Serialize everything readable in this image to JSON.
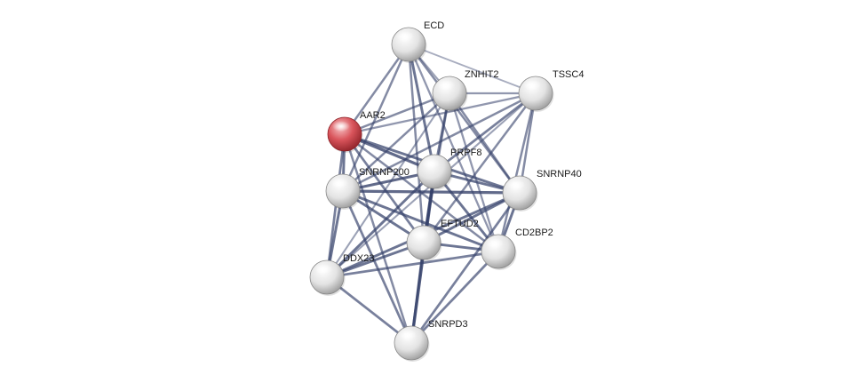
{
  "network": {
    "nodes": [
      {
        "id": "ECD",
        "label": "ECD",
        "query": false
      },
      {
        "id": "ZNHIT2",
        "label": "ZNHIT2",
        "query": false
      },
      {
        "id": "TSSC4",
        "label": "TSSC4",
        "query": false
      },
      {
        "id": "AAR2",
        "label": "AAR2",
        "query": true
      },
      {
        "id": "PRPF8",
        "label": "PRPF8",
        "query": false
      },
      {
        "id": "SNRNP200",
        "label": "SNRNP200",
        "query": false
      },
      {
        "id": "SNRNP40",
        "label": "SNRNP40",
        "query": false
      },
      {
        "id": "EFTUD2",
        "label": "EFTUD2",
        "query": false
      },
      {
        "id": "CD2BP2",
        "label": "CD2BP2",
        "query": false
      },
      {
        "id": "DDX23",
        "label": "DDX23",
        "query": false
      },
      {
        "id": "SNRPD3",
        "label": "SNRPD3",
        "query": false
      }
    ],
    "edges": [
      {
        "source": "ECD",
        "target": "ZNHIT2",
        "score": 0.4
      },
      {
        "source": "ECD",
        "target": "TSSC4",
        "score": 0.3
      },
      {
        "source": "ECD",
        "target": "AAR2",
        "score": 0.6
      },
      {
        "source": "ECD",
        "target": "PRPF8",
        "score": 0.8
      },
      {
        "source": "ECD",
        "target": "SNRNP200",
        "score": 0.6
      },
      {
        "source": "ECD",
        "target": "SNRNP40",
        "score": 0.6
      },
      {
        "source": "ECD",
        "target": "EFTUD2",
        "score": 0.6
      },
      {
        "source": "ECD",
        "target": "CD2BP2",
        "score": 0.5
      },
      {
        "source": "ZNHIT2",
        "target": "TSSC4",
        "score": 0.5
      },
      {
        "source": "ZNHIT2",
        "target": "AAR2",
        "score": 0.6
      },
      {
        "source": "ZNHIT2",
        "target": "PRPF8",
        "score": 0.7
      },
      {
        "source": "ZNHIT2",
        "target": "SNRNP200",
        "score": 0.6
      },
      {
        "source": "ZNHIT2",
        "target": "SNRNP40",
        "score": 0.6
      },
      {
        "source": "ZNHIT2",
        "target": "EFTUD2",
        "score": 0.6
      },
      {
        "source": "ZNHIT2",
        "target": "CD2BP2",
        "score": 0.5
      },
      {
        "source": "ZNHIT2",
        "target": "DDX23",
        "score": 0.4
      },
      {
        "source": "TSSC4",
        "target": "AAR2",
        "score": 0.5
      },
      {
        "source": "TSSC4",
        "target": "PRPF8",
        "score": 0.7
      },
      {
        "source": "TSSC4",
        "target": "SNRNP200",
        "score": 0.6
      },
      {
        "source": "TSSC4",
        "target": "SNRNP40",
        "score": 0.6
      },
      {
        "source": "TSSC4",
        "target": "EFTUD2",
        "score": 0.6
      },
      {
        "source": "TSSC4",
        "target": "CD2BP2",
        "score": 0.6
      },
      {
        "source": "TSSC4",
        "target": "DDX23",
        "score": 0.4
      },
      {
        "source": "AAR2",
        "target": "PRPF8",
        "score": 0.9
      },
      {
        "source": "AAR2",
        "target": "SNRNP200",
        "score": 0.8
      },
      {
        "source": "AAR2",
        "target": "SNRNP40",
        "score": 0.8
      },
      {
        "source": "AAR2",
        "target": "EFTUD2",
        "score": 0.7
      },
      {
        "source": "AAR2",
        "target": "CD2BP2",
        "score": 0.6
      },
      {
        "source": "AAR2",
        "target": "DDX23",
        "score": 0.7
      },
      {
        "source": "AAR2",
        "target": "SNRPD3",
        "score": 0.6
      },
      {
        "source": "PRPF8",
        "target": "SNRNP200",
        "score": 0.9
      },
      {
        "source": "PRPF8",
        "target": "SNRNP40",
        "score": 0.8
      },
      {
        "source": "PRPF8",
        "target": "EFTUD2",
        "score": 0.9
      },
      {
        "source": "PRPF8",
        "target": "CD2BP2",
        "score": 0.8
      },
      {
        "source": "PRPF8",
        "target": "DDX23",
        "score": 0.8
      },
      {
        "source": "PRPF8",
        "target": "SNRPD3",
        "score": 1.0
      },
      {
        "source": "SNRNP200",
        "target": "SNRNP40",
        "score": 0.9
      },
      {
        "source": "SNRNP200",
        "target": "EFTUD2",
        "score": 0.8
      },
      {
        "source": "SNRNP200",
        "target": "CD2BP2",
        "score": 0.8
      },
      {
        "source": "SNRNP200",
        "target": "DDX23",
        "score": 0.8
      },
      {
        "source": "SNRNP200",
        "target": "SNRPD3",
        "score": 0.7
      },
      {
        "source": "SNRNP40",
        "target": "EFTUD2",
        "score": 0.8
      },
      {
        "source": "SNRNP40",
        "target": "CD2BP2",
        "score": 0.8
      },
      {
        "source": "SNRNP40",
        "target": "DDX23",
        "score": 0.8
      },
      {
        "source": "SNRNP40",
        "target": "SNRPD3",
        "score": 0.7
      },
      {
        "source": "EFTUD2",
        "target": "CD2BP2",
        "score": 0.8
      },
      {
        "source": "EFTUD2",
        "target": "DDX23",
        "score": 0.8
      },
      {
        "source": "EFTUD2",
        "target": "SNRPD3",
        "score": 0.7
      },
      {
        "source": "CD2BP2",
        "target": "DDX23",
        "score": 0.7
      },
      {
        "source": "CD2BP2",
        "target": "SNRPD3",
        "score": 0.7
      },
      {
        "source": "DDX23",
        "target": "SNRPD3",
        "score": 0.7
      }
    ],
    "colors": {
      "query_node": "#d9545b",
      "node": "#e6e6e6",
      "edge": "#36426b",
      "label": "#1a1a1a"
    }
  }
}
